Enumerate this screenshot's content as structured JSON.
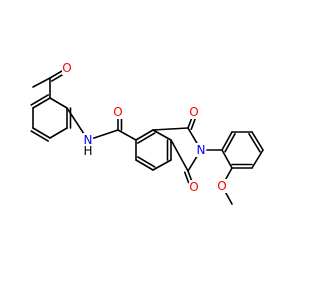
{
  "molecule": {
    "atoms": [
      {
        "id": "me1",
        "element": "C"
      },
      {
        "id": "c_acyl",
        "element": "C"
      },
      {
        "id": "o_ket",
        "element": "O",
        "label": "O"
      },
      {
        "id": "a1",
        "element": "C"
      },
      {
        "id": "a2",
        "element": "C"
      },
      {
        "id": "a3",
        "element": "C"
      },
      {
        "id": "a4",
        "element": "C"
      },
      {
        "id": "a5",
        "element": "C"
      },
      {
        "id": "a6",
        "element": "C"
      },
      {
        "id": "n_amide",
        "element": "N",
        "label": "N"
      },
      {
        "id": "h_amide",
        "element": "H",
        "label": "H"
      },
      {
        "id": "c_amide",
        "element": "C"
      },
      {
        "id": "o_amide",
        "element": "O",
        "label": "O"
      },
      {
        "id": "b1",
        "element": "C"
      },
      {
        "id": "b2",
        "element": "C"
      },
      {
        "id": "b3",
        "element": "C"
      },
      {
        "id": "b4",
        "element": "C"
      },
      {
        "id": "b5",
        "element": "C"
      },
      {
        "id": "b6",
        "element": "C"
      },
      {
        "id": "c_top",
        "element": "C"
      },
      {
        "id": "o_top",
        "element": "O",
        "label": "O"
      },
      {
        "id": "n_imide",
        "element": "N",
        "label": "N"
      },
      {
        "id": "c_bot",
        "element": "C"
      },
      {
        "id": "o_bot",
        "element": "O",
        "label": "O"
      },
      {
        "id": "p1",
        "element": "C"
      },
      {
        "id": "p2",
        "element": "C"
      },
      {
        "id": "p3",
        "element": "C"
      },
      {
        "id": "p4",
        "element": "C"
      },
      {
        "id": "p5",
        "element": "C"
      },
      {
        "id": "p6",
        "element": "C"
      },
      {
        "id": "o_ether",
        "element": "O",
        "label": "O"
      },
      {
        "id": "me2",
        "element": "C"
      }
    ],
    "bonds": [
      {
        "a": "me1",
        "b": "c_acyl",
        "order": 1
      },
      {
        "a": "c_acyl",
        "b": "o_ket",
        "order": 2
      },
      {
        "a": "c_acyl",
        "b": "a1",
        "order": 1
      },
      {
        "a": "a1",
        "b": "a2",
        "order": 2
      },
      {
        "a": "a2",
        "b": "a3",
        "order": 1
      },
      {
        "a": "a3",
        "b": "a4",
        "order": 2
      },
      {
        "a": "a4",
        "b": "a5",
        "order": 1
      },
      {
        "a": "a5",
        "b": "a6",
        "order": 2
      },
      {
        "a": "a6",
        "b": "a1",
        "order": 1
      },
      {
        "a": "a6",
        "b": "n_amide",
        "order": 1
      },
      {
        "a": "n_amide",
        "b": "c_amide",
        "order": 1
      },
      {
        "a": "c_amide",
        "b": "o_amide",
        "order": 2
      },
      {
        "a": "c_amide",
        "b": "b1",
        "order": 1
      },
      {
        "a": "b1",
        "b": "b2",
        "order": 2
      },
      {
        "a": "b2",
        "b": "b3",
        "order": 1
      },
      {
        "a": "b3",
        "b": "b4",
        "order": 2
      },
      {
        "a": "b4",
        "b": "b5",
        "order": 1
      },
      {
        "a": "b5",
        "b": "b6",
        "order": 2
      },
      {
        "a": "b6",
        "b": "b1",
        "order": 1
      },
      {
        "a": "b2",
        "b": "c_top",
        "order": 1
      },
      {
        "a": "c_top",
        "b": "o_top",
        "order": 2
      },
      {
        "a": "c_top",
        "b": "n_imide",
        "order": 1
      },
      {
        "a": "n_imide",
        "b": "c_bot",
        "order": 1
      },
      {
        "a": "c_bot",
        "b": "b3",
        "order": 1
      },
      {
        "a": "c_bot",
        "b": "o_bot",
        "order": 2
      },
      {
        "a": "n_imide",
        "b": "p1",
        "order": 1
      },
      {
        "a": "p1",
        "b": "p2",
        "order": 2
      },
      {
        "a": "p2",
        "b": "p3",
        "order": 1
      },
      {
        "a": "p3",
        "b": "p4",
        "order": 2
      },
      {
        "a": "p4",
        "b": "p5",
        "order": 1
      },
      {
        "a": "p5",
        "b": "p6",
        "order": 2
      },
      {
        "a": "p6",
        "b": "p1",
        "order": 1
      },
      {
        "a": "p6",
        "b": "o_ether",
        "order": 1
      },
      {
        "a": "o_ether",
        "b": "me2",
        "order": 1
      }
    ]
  }
}
